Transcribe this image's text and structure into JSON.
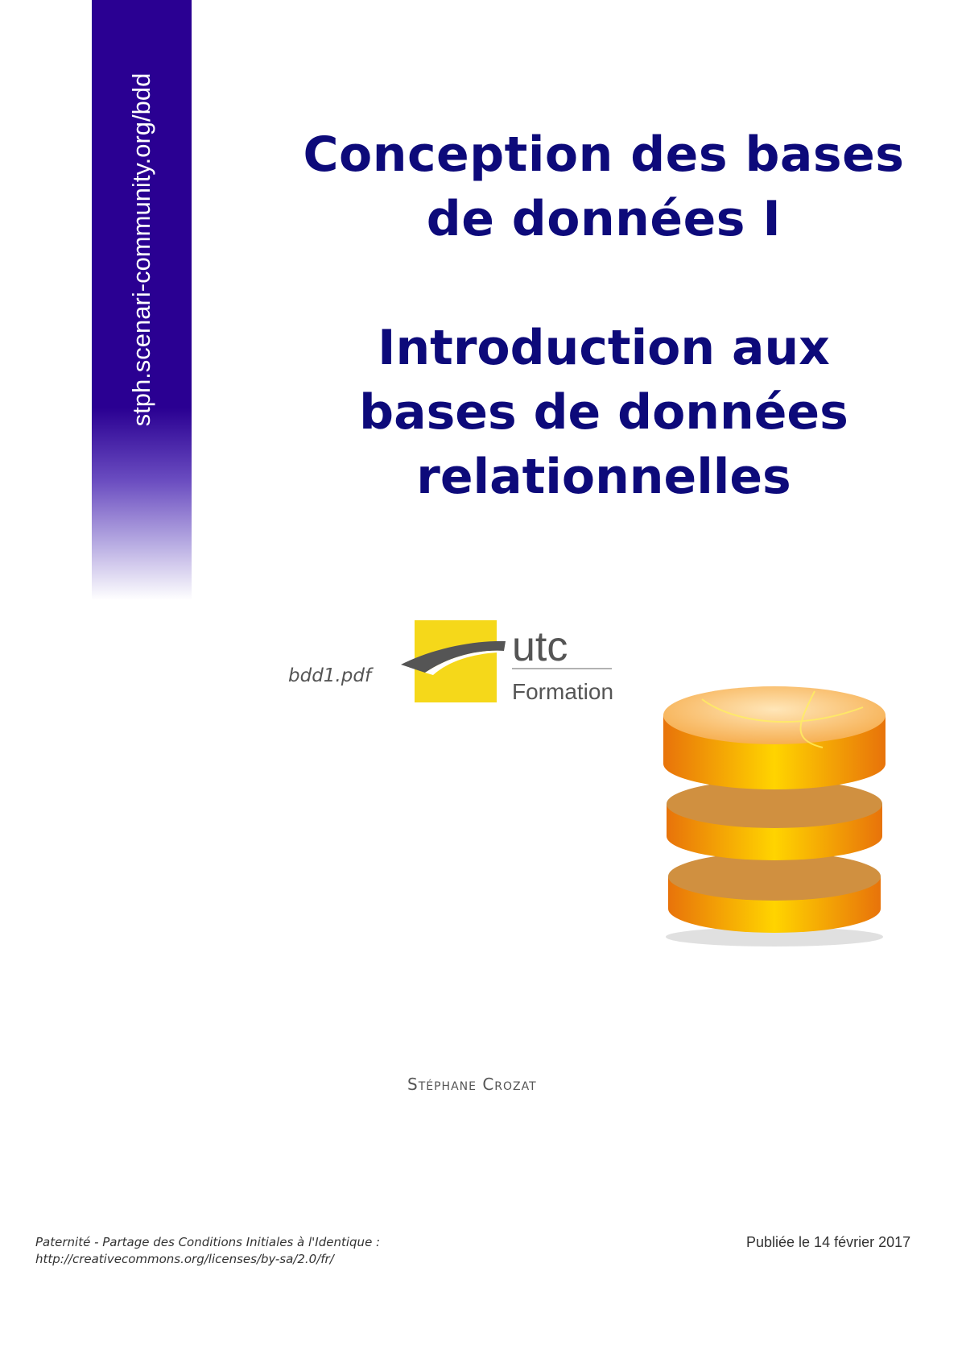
{
  "sidebar": {
    "url": "stph.scenari-community.org/bdd",
    "color": "#2a0092"
  },
  "title": {
    "line1": "Conception des bases",
    "line2": "de données I",
    "subtitle_line1": "Introduction aux",
    "subtitle_line2": "bases de données",
    "subtitle_line3": "relationnelles",
    "color": "#0d0a7a"
  },
  "file": {
    "name": "bdd1.pdf"
  },
  "logo": {
    "name": "utc",
    "subtitle": "Formation",
    "icon": "utc-formation-logo",
    "accent": "#f5d81a"
  },
  "illustration": {
    "icon": "database-icon",
    "color": "#f39a0c"
  },
  "author": {
    "first": "Stéphane",
    "last": "Crozat"
  },
  "footer": {
    "license_line1": "Paternité - Partage des Conditions Initiales à l'Identique :",
    "license_line2": "http://creativecommons.org/licenses/by-sa/2.0/fr/",
    "published": "Publiée le 14 février 2017"
  }
}
